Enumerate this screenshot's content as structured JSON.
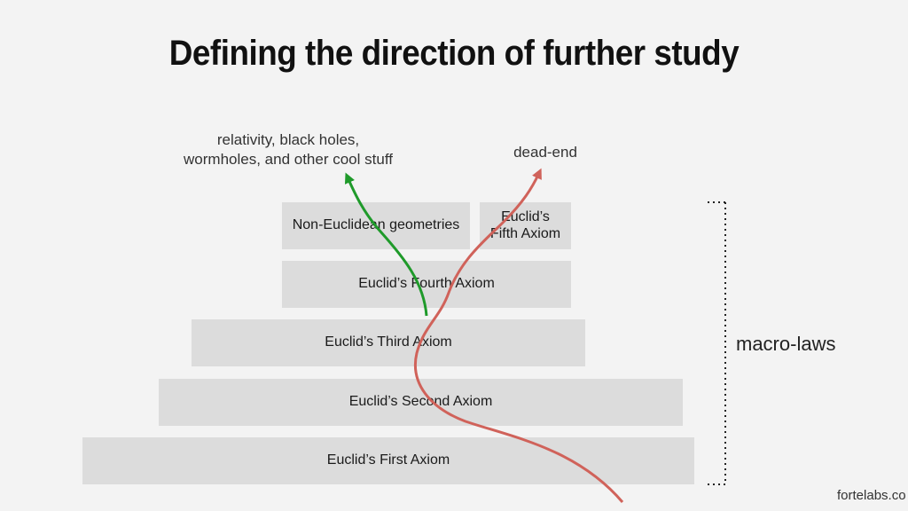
{
  "title": "Defining the direction of further study",
  "blocks": {
    "non_euclidean": "Non-Euclidean geometries",
    "fifth_line1": "Euclid’s",
    "fifth_line2": "Fifth Axiom",
    "fourth": "Euclid’s Fourth Axiom",
    "third": "Euclid’s Third Axiom",
    "second": "Euclid’s Second Axiom",
    "first": "Euclid’s First Axiom"
  },
  "labels": {
    "relativity_line1": "relativity, black holes,",
    "relativity_line2": "wormholes, and other cool stuff",
    "dead_end": "dead-end",
    "macro_laws": "macro-laws"
  },
  "footer": "fortelabs.co",
  "colors": {
    "green_arrow": "#1f9a2a",
    "red_arrow": "#d0625a",
    "block_fill": "#dcdcdc",
    "background": "#f3f3f3"
  }
}
